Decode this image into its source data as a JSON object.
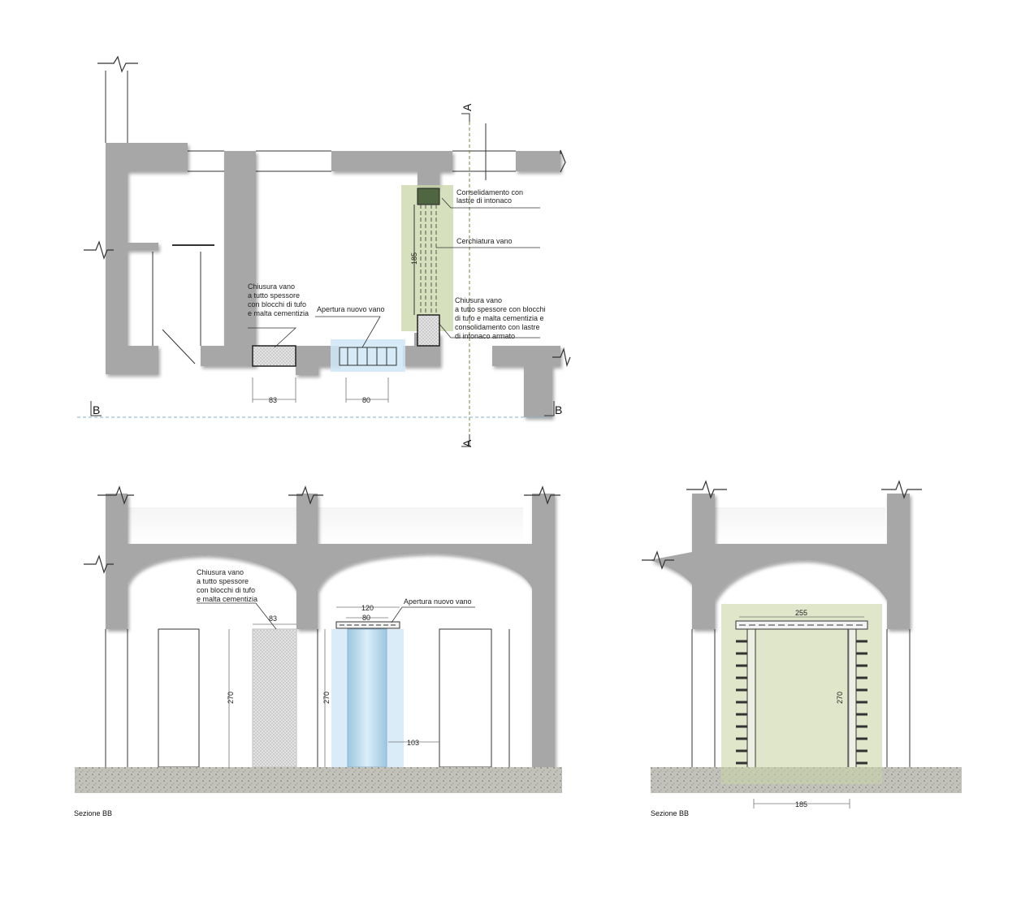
{
  "plan": {
    "section_marker_a": "A",
    "section_marker_b": "B",
    "labels": {
      "consolidamento": [
        "Conselidamento con",
        "lastre di intonaco"
      ],
      "cerchiatura": "Cerchiatura vano",
      "chiusura_dx": [
        "Chiusura vano",
        "a tutto spessore con blocchi",
        "di tufo e malta cementizia e",
        "consolidamento con lastre",
        "di intonaco armato"
      ],
      "chiusura_sx": [
        "Chiusura vano",
        "a tutto spessore",
        "con blocchi di tufo",
        "e malta cementizia"
      ],
      "apertura": "Apertura nuovo vano"
    },
    "dims": {
      "d83": "83",
      "d80": "80",
      "d185": "185"
    }
  },
  "section_left": {
    "caption": "Sezione BB",
    "labels": {
      "chiusura": [
        "Chiusura vano",
        "a tutto spessore",
        "con blocchi di tufo",
        "e malta cementizia"
      ],
      "apertura": "Apertura nuovo vano"
    },
    "dims": {
      "d83": "83",
      "d120": "120",
      "d80": "80",
      "d270a": "270",
      "d270b": "270",
      "d103": "103"
    }
  },
  "section_right": {
    "caption": "Sezione BB",
    "dims": {
      "d255": "255",
      "d270": "270",
      "d185": "185"
    }
  },
  "colors": {
    "wall": "#a7a7a7",
    "green_highlight": "#c9d6a6",
    "blue_highlight": "#cfe7f6",
    "ground": "#b8b8b0"
  }
}
